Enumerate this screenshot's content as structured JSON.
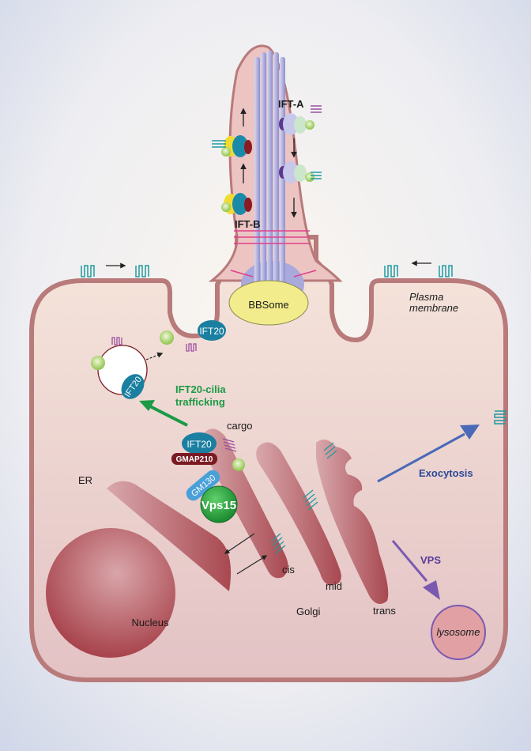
{
  "title": "IFT20 trafficking from Golgi to cilia",
  "colors": {
    "membrane": "#b87a7a",
    "cytoplasm": "#eccfcf",
    "golgi": "#b0545a",
    "nucleus": "#b05058",
    "receptor": "#1f9aa0",
    "cargo_receptor": "#9a4fa0",
    "ift20": "#1a7fa0",
    "gmap210": "#7a1b24",
    "gm130": "#4aa0d8",
    "vps15": "#1f9a3a",
    "bbsome": "#f2ec8c",
    "microtubule": "#a9a9dc",
    "green_arrow": "#1a9a44",
    "exocytosis_arrow": "#4a6ab8",
    "vps_arrow": "#7a5ab0",
    "lysosome": "#e0a0a4"
  },
  "labels": {
    "ift_a": "IFT-A",
    "ift_b": "IFT-B",
    "bbsome": "BBSome",
    "plasma_membrane_1": "Plasma",
    "plasma_membrane_2": "membrane",
    "ift20_cilium": "IFT20",
    "ift20_vesicle": "IFT20",
    "ift20_golgi": "IFT20",
    "trafficking_1": "IFT20-cilia",
    "trafficking_2": "trafficking",
    "cargo": "cargo",
    "gmap210": "GMAP210",
    "gm130": "GM130",
    "vps15": "Vps15",
    "er": "ER",
    "nucleus": "Nucleus",
    "cis": "cis",
    "mid": "mid",
    "trans": "trans",
    "golgi": "Golgi",
    "exocytosis": "Exocytosis",
    "vps": "VPS",
    "lysosome": "lysosome"
  }
}
